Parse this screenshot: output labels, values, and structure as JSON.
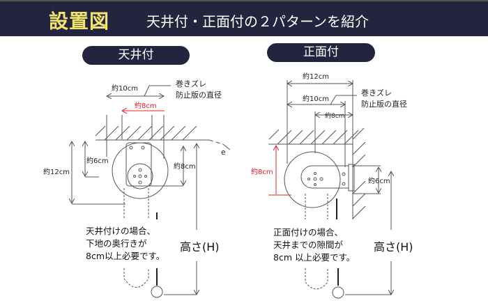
{
  "header": {
    "title": "設置図",
    "subtitle": "天井付・正面付の２パターンを紹介"
  },
  "colors": {
    "header_bg": "#23253e",
    "title": "#f2e36a",
    "accent_red": "#e8202a"
  },
  "ceiling": {
    "pill": "天井付",
    "dim_width": "約10cm",
    "dim_depth_red": "約8cm",
    "label_line1": "巻きズレ",
    "label_line2": "防止版の直径",
    "dim_height_total": "約12cm",
    "dim_height_bracket": "約6cm",
    "dim_right": "約8cm",
    "e_label": "e",
    "note_line1": "天井付けの場合、",
    "note_line2": "下地の奥行きが",
    "note_line3": "8cm以上必要です。",
    "height_label": "高さ(H)"
  },
  "front": {
    "pill": "正面付",
    "dim_total": "約12cm",
    "dim_width": "約10cm",
    "dim_small": "約8cm",
    "label_line1": "巻きズレ",
    "label_line2": "防止版の直径",
    "dim_gap_red": "約8cm",
    "dim_bracket": "約6cm",
    "note_line1": "正面付けの場合、",
    "note_line2": "天井までの隙間が",
    "note_line3": "8cm 以上必要です。",
    "height_label": "高さ(H)"
  }
}
